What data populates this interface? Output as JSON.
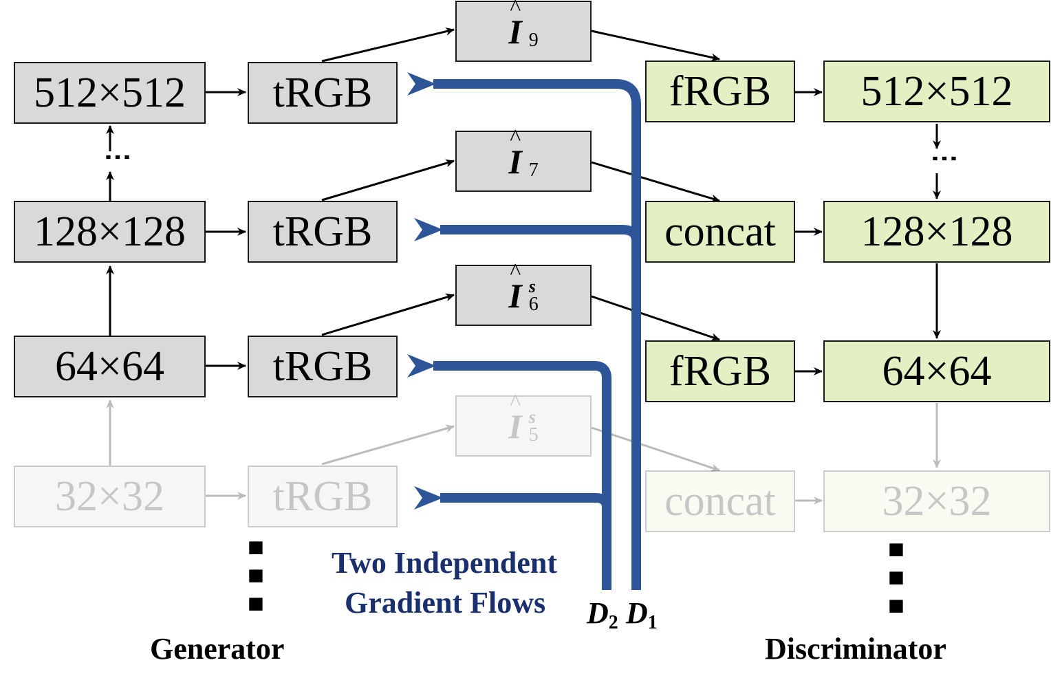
{
  "generator": {
    "label": "Generator",
    "blocks": [
      "512×512",
      "128×128",
      "64×64",
      "32×32"
    ],
    "trgb": [
      "tRGB",
      "tRGB",
      "tRGB",
      "tRGB"
    ],
    "ellipsis_between": "⋮",
    "ellipsis_bottom": "⋮"
  },
  "images": [
    {
      "hat": "^",
      "sym": "I",
      "sub": "9",
      "sup": ""
    },
    {
      "hat": "^",
      "sym": "I",
      "sub": "7",
      "sup": ""
    },
    {
      "hat": "^",
      "sym": "I",
      "sub": "6",
      "sup": "s"
    },
    {
      "hat": "^",
      "sym": "I",
      "sub": "5",
      "sup": "s"
    }
  ],
  "discriminator": {
    "label": "Discriminator",
    "inputs": [
      "fRGB",
      "concat",
      "fRGB",
      "concat"
    ],
    "blocks": [
      "512×512",
      "128×128",
      "64×64",
      "32×32"
    ],
    "ellipsis_between": "⋮",
    "ellipsis_bottom": "⋮"
  },
  "gradient": {
    "caption_line1": "Two Independent",
    "caption_line2": "Gradient Flows",
    "d2": "D",
    "d2_sub": "2",
    "d1": "D",
    "d1_sub": "1"
  },
  "colors": {
    "gray_box": "#d9d9d9",
    "green_box": "#e2f0c4",
    "flow_blue": "#2e5597",
    "caption_blue": "#1a2f6e"
  }
}
